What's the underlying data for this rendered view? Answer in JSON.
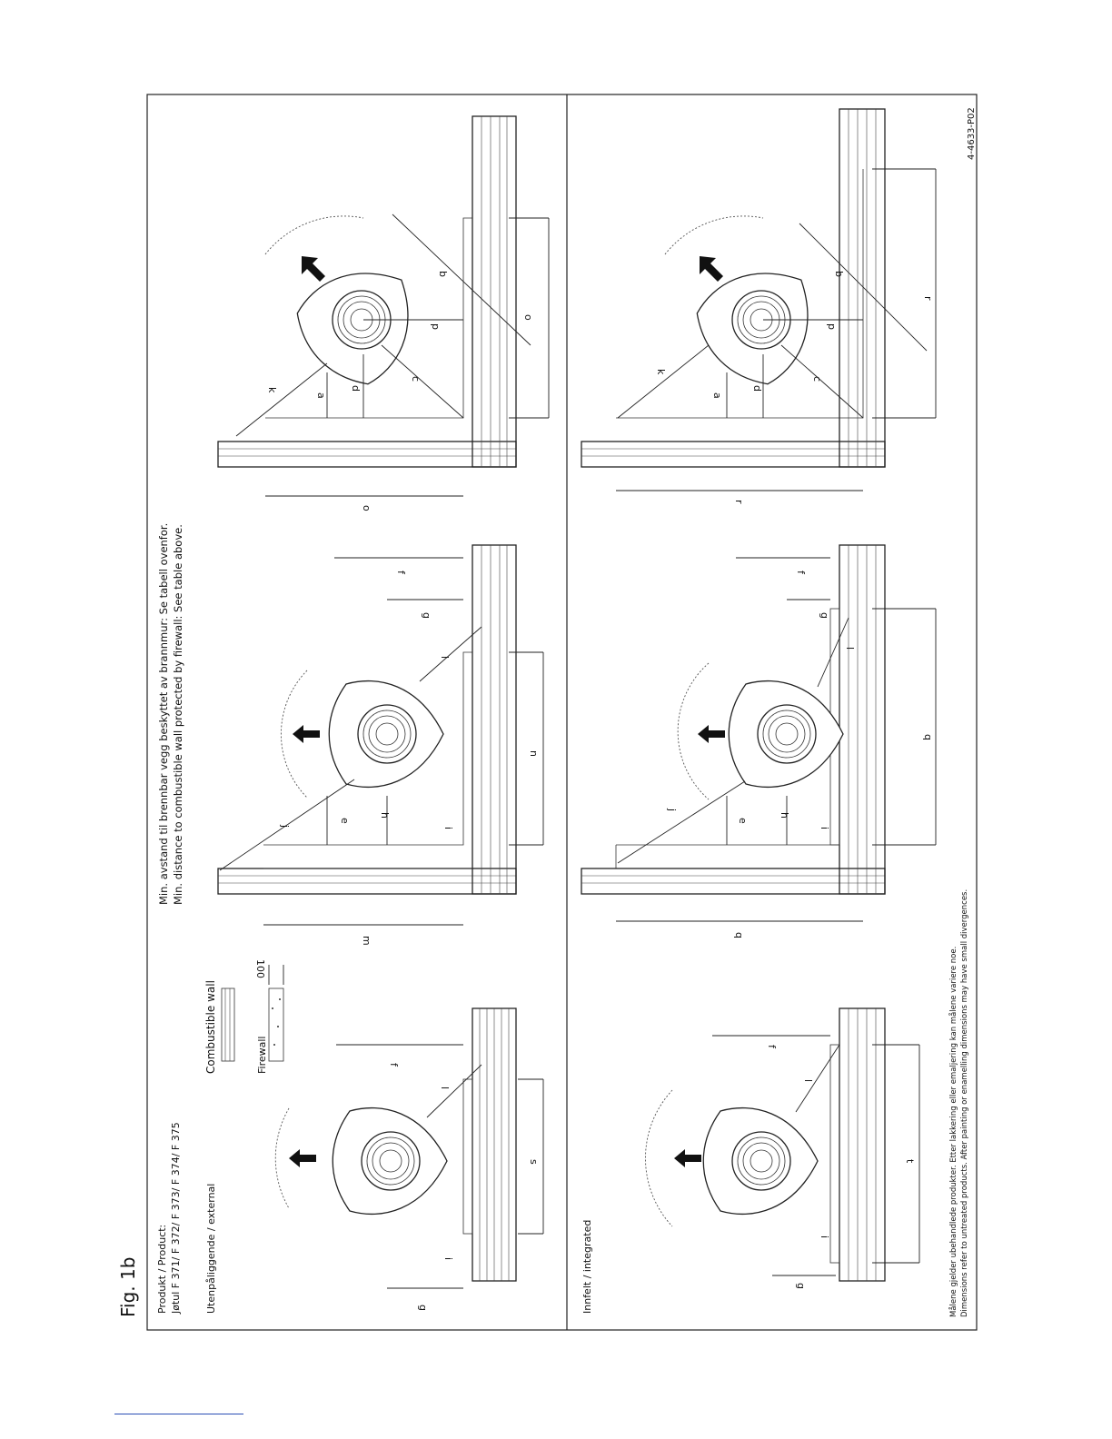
{
  "figure_title": "Fig. 1b",
  "product_label": "Produkt / Product:",
  "product_models": "Jøtul F 371/ F 372/ F 373/ F 374/ F 375",
  "section_external": "Utenpåliggende / external",
  "section_integrated": "Innfelt / integrated",
  "legend": {
    "combustible_wall": "Combustible wall",
    "firewall": "Firewall",
    "firewall_thickness": "100"
  },
  "min_distance_no": "Min. avstand til brennbar vegg beskyttet av brannmur: Se tabell ovenfor.",
  "min_distance_en": "Min. distance to combustible wall protected by firewall: See table above.",
  "footnote_no": "Målene gjelder ubehandlede produkter. Etter lakkering eller emaljering kan målene variere noe.",
  "footnote_en": "Dimensions refer to untreated products. After painting or enamelling dimensions may have small divergences.",
  "drawing_number": "4-4633-P02",
  "dimension_letters": {
    "a": "a",
    "b": "b",
    "c": "c",
    "d": "d",
    "e": "e",
    "f": "f",
    "g": "g",
    "h": "h",
    "i": "i",
    "j": "j",
    "k": "k",
    "l": "l",
    "m": "m",
    "n": "n",
    "o": "o",
    "p": "p",
    "q": "q",
    "r": "r",
    "s": "s",
    "t": "t"
  }
}
